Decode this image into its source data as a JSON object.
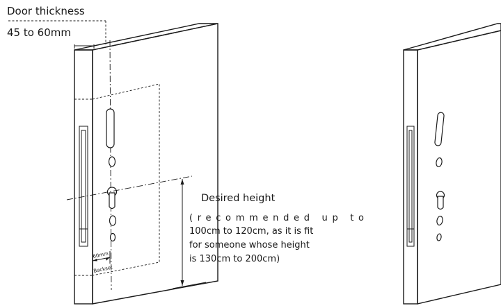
{
  "labels": {
    "door_thickness_line1": "Door thickness",
    "door_thickness_line2": "45 to 60mm",
    "desired_height": "Desired height",
    "recommendation_line1": "(recommended up to",
    "recommendation_line2": "100cm to 120cm, as it is fit",
    "recommendation_line3": "for someone whose height",
    "recommendation_line4": "is 130cm to 200cm)",
    "backset_value": "60mm",
    "backset_label": "Backset"
  }
}
